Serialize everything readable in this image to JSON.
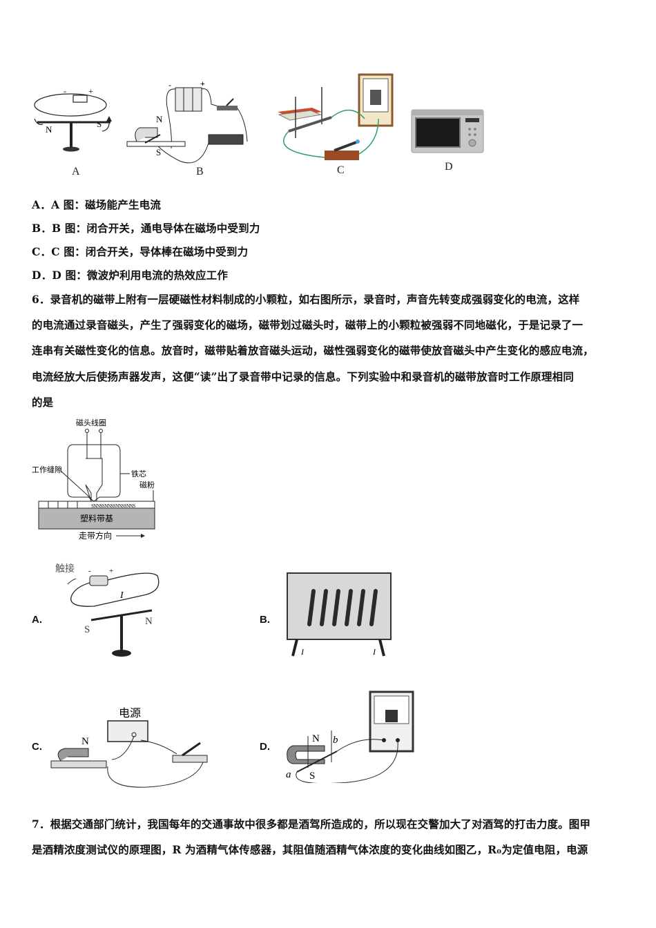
{
  "top_figures": {
    "A": {
      "caption": "A",
      "labels": {
        "minus": "-",
        "plus": "+",
        "north": "N",
        "south": "S"
      }
    },
    "B": {
      "caption": "B",
      "labels": {
        "minus": "-",
        "plus": "+",
        "north": "N",
        "south": "S"
      }
    },
    "C": {
      "caption": "C"
    },
    "D": {
      "caption": "D"
    }
  },
  "q5_options": [
    {
      "letter": "A．",
      "text": "A 图：磁场能产生电流"
    },
    {
      "letter": "B．",
      "text": "B 图：闭合开关，通电导体在磁场中受到力"
    },
    {
      "letter": "C．",
      "text": "C 图：闭合开关，导体棒在磁场中受到力"
    },
    {
      "letter": "D．",
      "text": "D 图：微波炉利用电流的热效应工作"
    }
  ],
  "q6": {
    "lines": [
      "6．录音机的磁带上附有一层硬磁性材料制成的小颗粒，如右图所示，录音时，声音先转变成强弱变化的电流，这样",
      "的电流通过录音磁头，产生了强弱变化的磁场，磁带划过磁头时，磁带上的小颗粒被强弱不同地磁化，于是记录了一",
      "连串有关磁性变化的信息。放音时，磁带贴着放音磁头运动，磁性强弱变化的磁带使放音磁头中产生变化的感应电流，",
      "电流经放大后使扬声器发声，这便“读”出了录音带中记录的信息。下列实验中和录音机的磁带放音时工作原理相同",
      "的是"
    ],
    "diagram": {
      "coil": "磁头线圈",
      "gap": "工作缝隙",
      "core": "铁芯",
      "powder": "磁粉",
      "base": "塑料带基",
      "direction": "走带方向",
      "poles": "SNNSSNNSSNNSSNNS"
    },
    "options": [
      {
        "letter": "A.",
        "labels": {
          "touch": "触接",
          "minus": "-",
          "plus": "+",
          "current": "I",
          "south": "S",
          "north": "N"
        }
      },
      {
        "letter": "B.",
        "labels": {
          "current_left": "I",
          "current_right": "I"
        }
      },
      {
        "letter": "C.",
        "labels": {
          "power": "电源",
          "north": "N"
        }
      },
      {
        "letter": "D.",
        "labels": {
          "north": "N",
          "south": "S",
          "a": "a",
          "b": "b"
        }
      }
    ]
  },
  "q7": {
    "lines": [
      "7．根据交通部门统计，我国每年的交通事故中很多都是酒驾所造成的，所以现在交警加大了对酒驾的打击力度。图甲",
      "是酒精浓度测试仪的原理图，R 为酒精气体传感器，其阻值随酒精气体浓度的变化曲线如图乙，R₀为定值电阻，电源"
    ]
  }
}
